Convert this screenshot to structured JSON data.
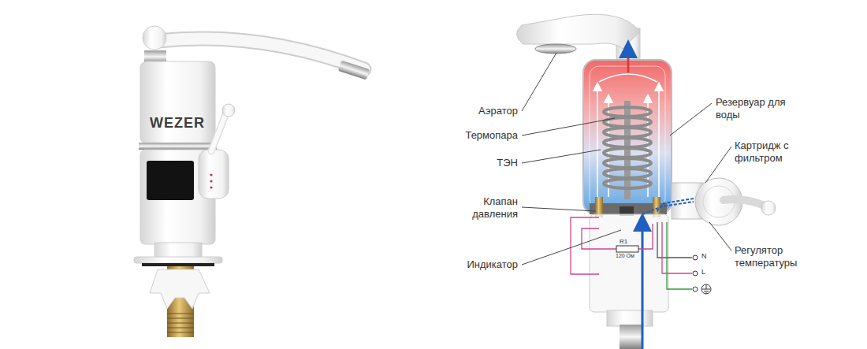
{
  "diagram": {
    "labels": [
      "WEZER",
      "Аэратор",
      "Термопара",
      "ТЭН",
      "Клапан давления",
      "Индикатор",
      "Резервуар для воды",
      "Картридж с фильтром",
      "Регулятор температуры",
      "R1",
      "120 Ом",
      "N",
      "L"
    ]
  }
}
